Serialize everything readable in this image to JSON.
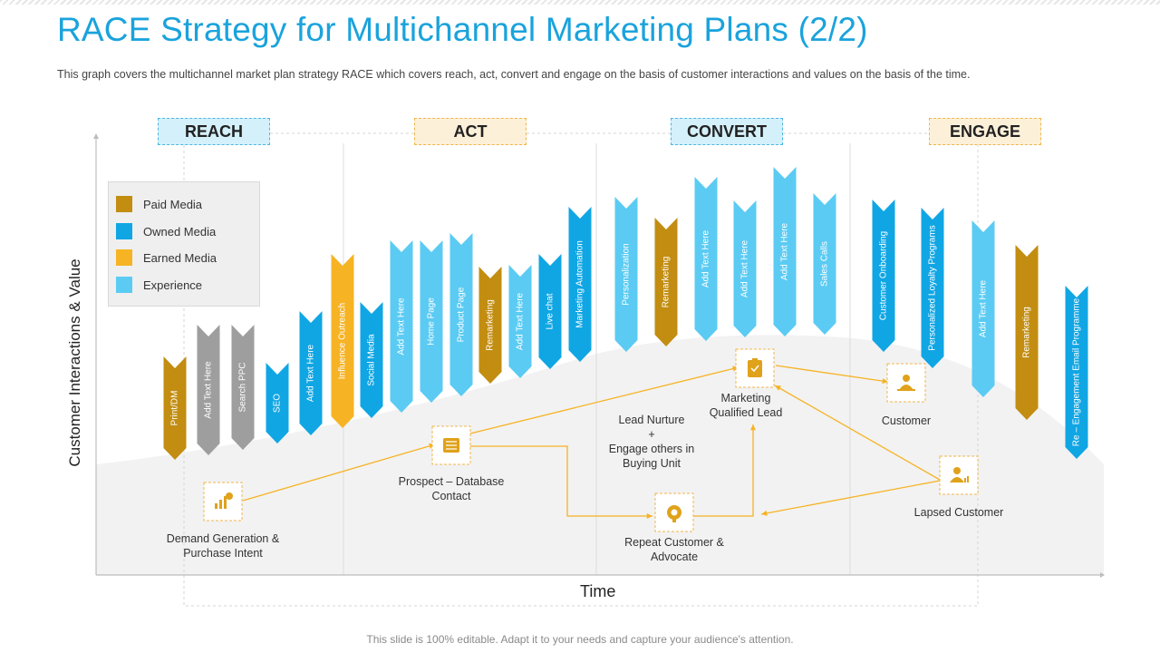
{
  "slide": {
    "title": "RACE Strategy for Multichannel Marketing Plans (2/2)",
    "subtitle": "This graph covers the multichannel market plan strategy RACE which covers reach, act, convert and engage on the basis of customer interactions and values on the basis of the time.",
    "footer": "This slide is 100% editable. Adapt it to your needs and capture your audience's attention."
  },
  "phases": [
    {
      "label": "REACH",
      "style": "blue"
    },
    {
      "label": "ACT",
      "style": "orange"
    },
    {
      "label": "CONVERT",
      "style": "blue"
    },
    {
      "label": "ENGAGE",
      "style": "orange"
    }
  ],
  "axes": {
    "y_label": "Customer Interactions & Value",
    "x_label": "Time"
  },
  "legend": [
    {
      "key": "paid",
      "label": "Paid Media",
      "color": "#c28d11"
    },
    {
      "key": "owned",
      "label": "Owned Media",
      "color": "#10a6e4"
    },
    {
      "key": "earned",
      "label": "Earned Media",
      "color": "#f6b324"
    },
    {
      "key": "experience",
      "label": "Experience",
      "color": "#5bcbf3"
    }
  ],
  "channels": [
    {
      "label": "Print/DM",
      "type": "paid"
    },
    {
      "label": "Add Text Here",
      "type": "grey"
    },
    {
      "label": "Search PPC",
      "type": "grey"
    },
    {
      "label": "SEO",
      "type": "owned"
    },
    {
      "label": "Add Text Here",
      "type": "owned"
    },
    {
      "label": "Influence Outreach",
      "type": "earned"
    },
    {
      "label": "Social Media",
      "type": "owned"
    },
    {
      "label": "Add Text Here",
      "type": "experience"
    },
    {
      "label": "Home Page",
      "type": "experience"
    },
    {
      "label": "Product Page",
      "type": "experience"
    },
    {
      "label": "Remarketing",
      "type": "paid"
    },
    {
      "label": "Add Text Here",
      "type": "experience"
    },
    {
      "label": "Live chat",
      "type": "owned"
    },
    {
      "label": "Marketing Automation",
      "type": "owned"
    },
    {
      "label": "Personalization",
      "type": "experience"
    },
    {
      "label": "Remarketing",
      "type": "paid"
    },
    {
      "label": "Add Text Here",
      "type": "experience"
    },
    {
      "label": "Add Text Here",
      "type": "experience"
    },
    {
      "label": "Add Text Here",
      "type": "experience"
    },
    {
      "label": "Sales Calls",
      "type": "experience"
    },
    {
      "label": "Customer Onboarding",
      "type": "owned"
    },
    {
      "label": "Personalized Loyalty Programs",
      "type": "owned"
    },
    {
      "label": "Add Text Here",
      "type": "experience"
    },
    {
      "label": "Remarketing",
      "type": "paid"
    },
    {
      "label": "Re – Engagement Email Programme",
      "type": "owned"
    }
  ],
  "grey_color": "#9e9e9e",
  "accent_color": "#f6b324",
  "nodes": [
    {
      "id": "demand",
      "label": "Demand Generation &\nPurchase Intent",
      "icon": "growth-chart-icon"
    },
    {
      "id": "prospect",
      "label": "Prospect – Database\nContact",
      "icon": "database-icon"
    },
    {
      "id": "nurture",
      "label": "Lead Nurture\n+\nEngage others in\nBuying Unit",
      "icon": ""
    },
    {
      "id": "repeat",
      "label": "Repeat Customer &\nAdvocate",
      "icon": "advocate-icon"
    },
    {
      "id": "mql",
      "label": "Marketing\nQualified Lead",
      "icon": "clipboard-icon"
    },
    {
      "id": "customer",
      "label": "Customer",
      "icon": "customer-icon"
    },
    {
      "id": "lapsed",
      "label": "Lapsed Customer",
      "icon": "lapsed-customer-icon"
    }
  ]
}
